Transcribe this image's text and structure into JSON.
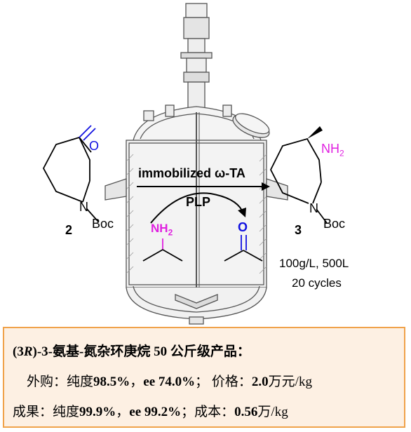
{
  "reaction": {
    "enzyme": "immobilized ω-TA",
    "cofactor": "PLP",
    "conditions": [
      "100g/L, 500L",
      "20 cycles"
    ]
  },
  "substrate": {
    "number": "2",
    "carbonyl_atom": "O",
    "nitrogen_atom": "N",
    "protecting_group": "Boc"
  },
  "product": {
    "number": "3",
    "amine_group": "NH2",
    "nitrogen_atom": "N",
    "protecting_group": "Boc"
  },
  "amine_donor": {
    "amine_group": "NH2"
  },
  "byproduct": {
    "carbonyl_atom": "O"
  },
  "colors": {
    "carbonyl_blue": "#1010e0",
    "amine_magenta": "#e020e0",
    "box_border": "#f0a24a",
    "box_fill": "#fdf0e3"
  },
  "summary": {
    "title_prefix": "(3",
    "title_italic": "R",
    "title_suffix": ")-3-氨基-氮杂环庚烷 50 公斤级产品：",
    "purchased": {
      "label": "外购：纯度",
      "purity": "98.5%",
      "sep1": "，",
      "ee": "ee 74.0%",
      "sep2": "；  价格：",
      "price": "2.0",
      "price_unit": "万元/kg"
    },
    "result": {
      "label": "成果：纯度",
      "purity": "99.9%",
      "sep1": "，",
      "ee": "ee 99.2%",
      "sep2": "；成本：",
      "cost": "0.56",
      "cost_unit": "万/kg"
    }
  }
}
